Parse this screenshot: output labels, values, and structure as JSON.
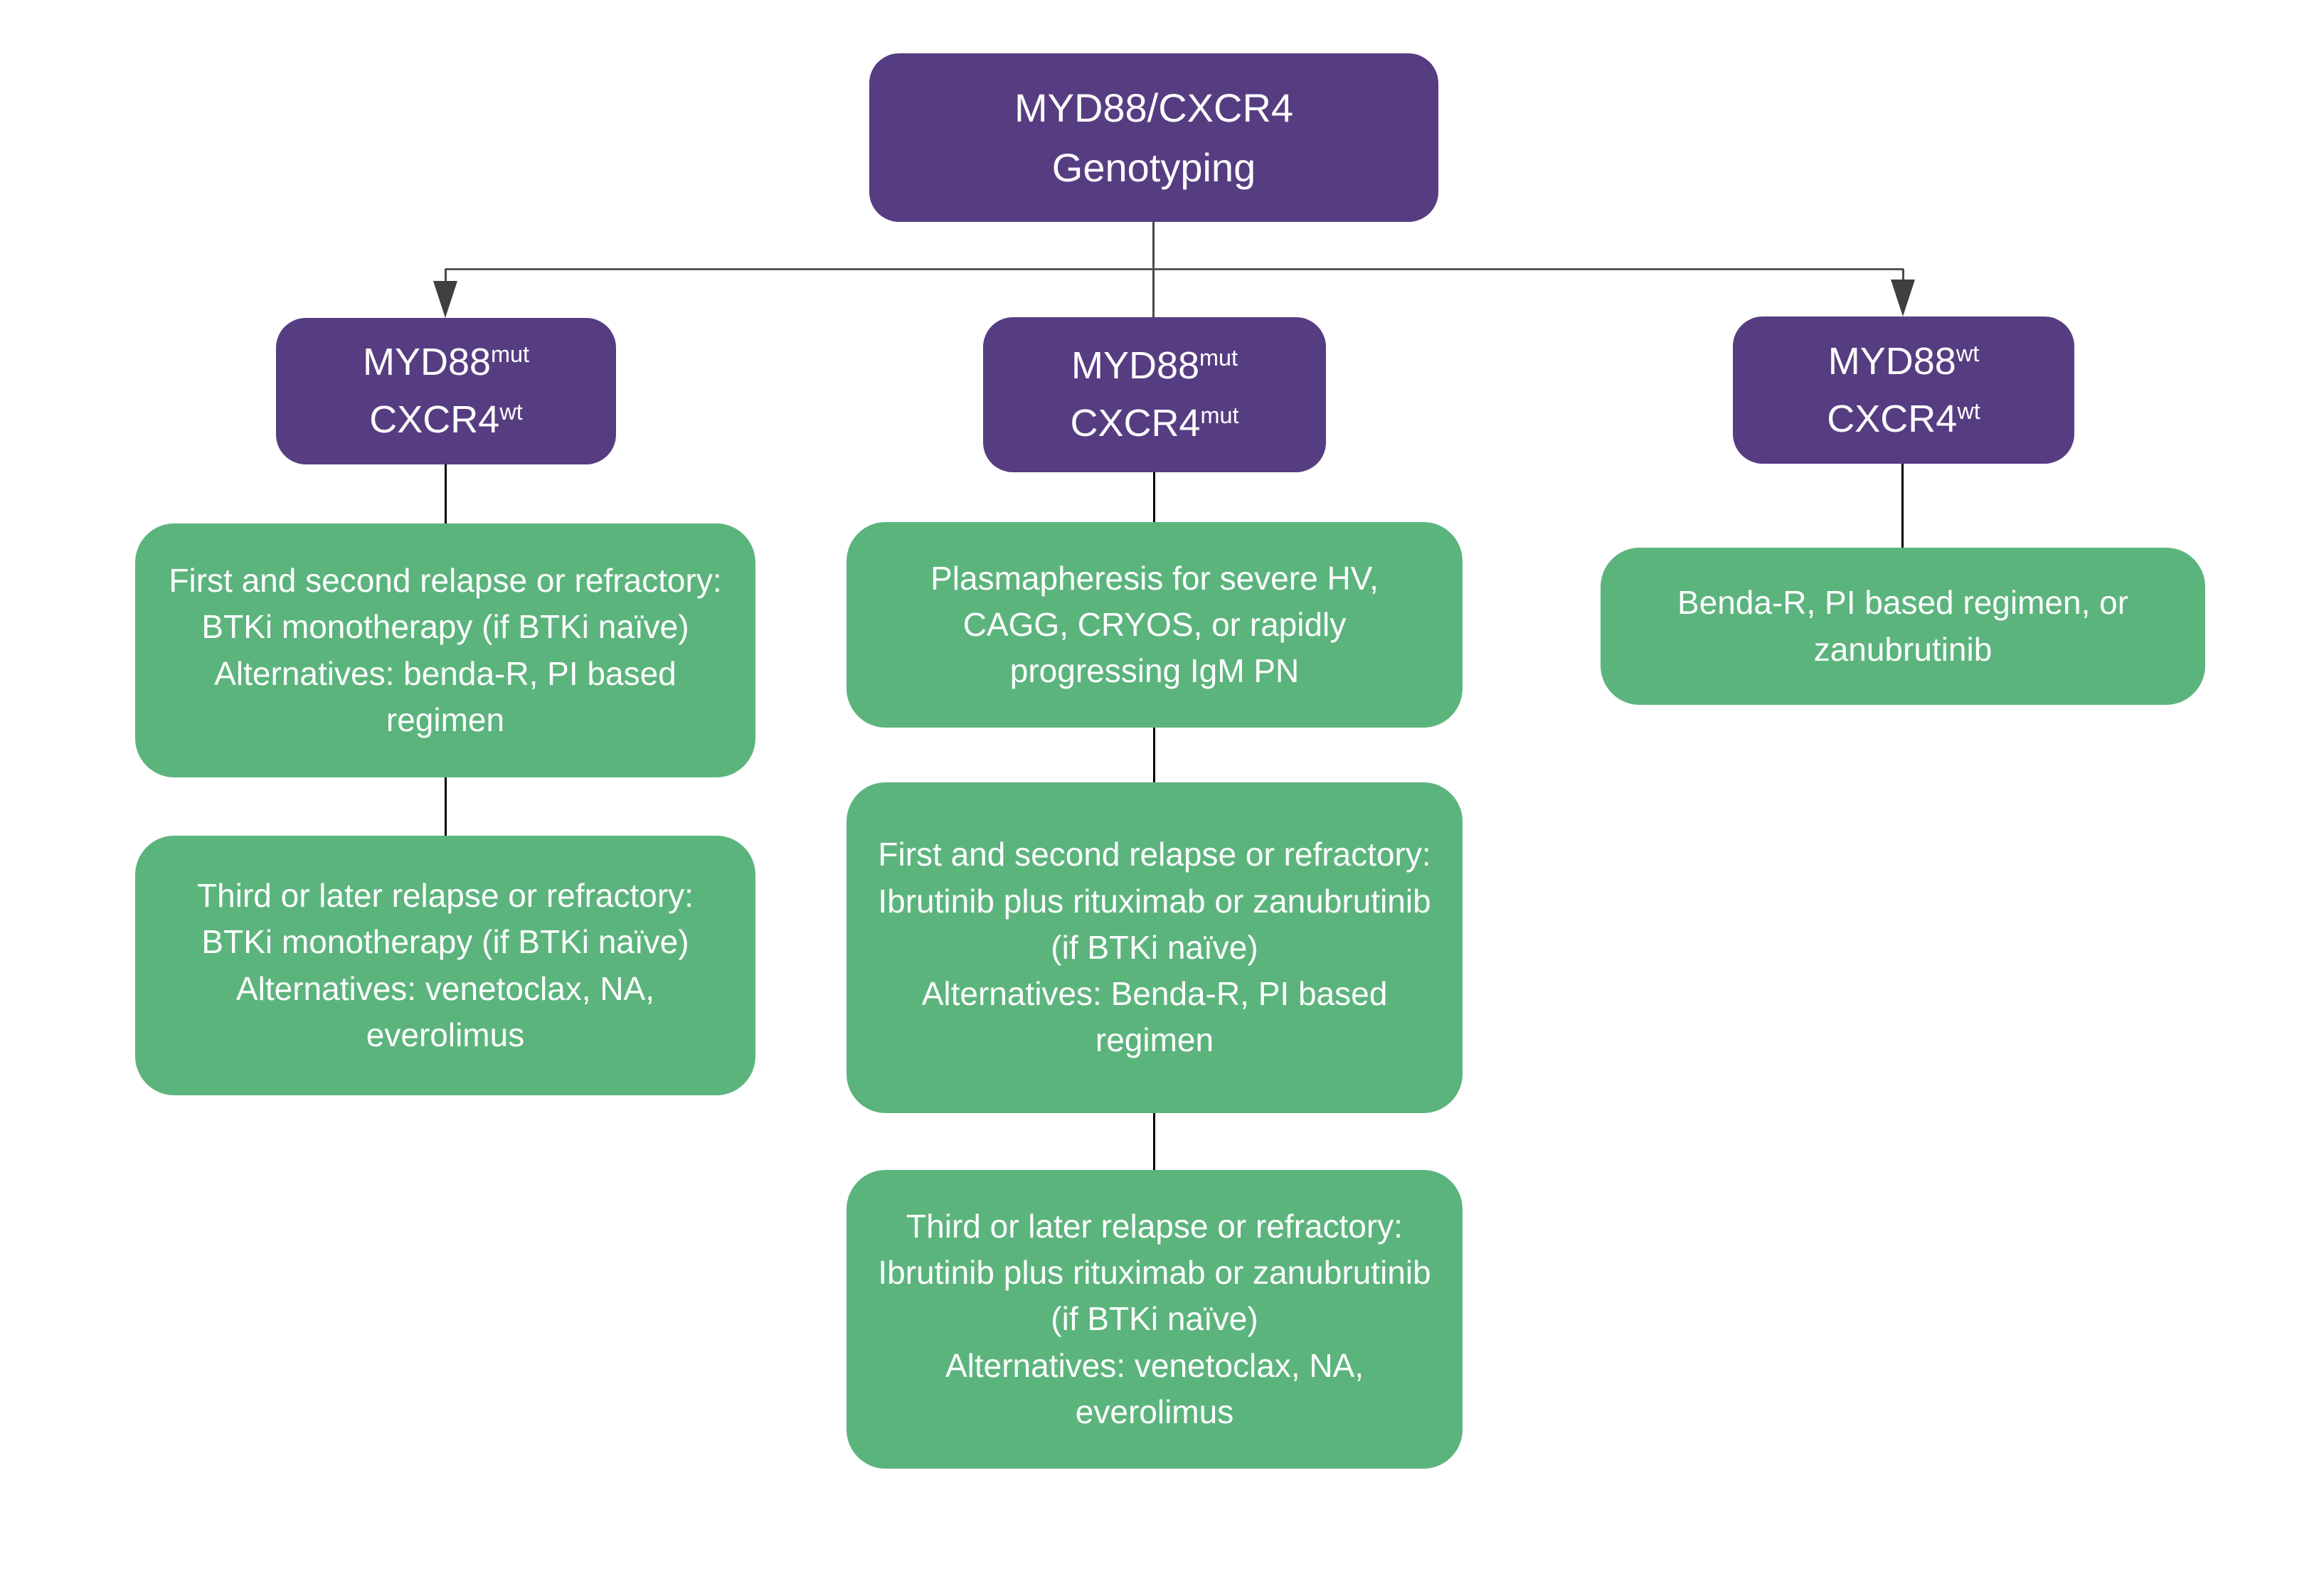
{
  "diagram": {
    "colors": {
      "genotype_node_fill": "#563d82",
      "outcome_node_fill": "#5cb47d",
      "node_text": "#ffffff",
      "connector_line": "#000000",
      "branch_line": "#58585a",
      "arrowhead": "#3f3f42",
      "background": "#ffffff"
    },
    "root": {
      "line1": "MYD88/CXCR4",
      "line2": "Genotyping"
    },
    "genotypes": [
      {
        "gene1": "MYD88",
        "status1": "mut",
        "gene2": "CXCR4",
        "status2": "wt"
      },
      {
        "gene1": "MYD88",
        "status1": "mut",
        "gene2": "CXCR4",
        "status2": "mut"
      },
      {
        "gene1": "MYD88",
        "status1": "wt",
        "gene2": "CXCR4",
        "status2": "wt"
      }
    ],
    "outcomes": {
      "left": [
        {
          "main": "First and second relapse or refractory: BTKi monotherapy (if BTKi naïve)",
          "alt": "Alternatives: benda-R, PI based regimen"
        },
        {
          "main": "Third or later relapse or refractory: BTKi monotherapy (if BTKi naïve)",
          "alt": "Alternatives: venetoclax, NA, everolimus"
        }
      ],
      "middle": [
        {
          "main": "Plasmapheresis for severe HV, CAGG, CRYOS, or rapidly progressing IgM PN"
        },
        {
          "main": "First and second relapse or refractory: Ibrutinib plus rituximab or zanubrutinib (if BTKi naïve)",
          "alt": "Alternatives: Benda-R, PI based regimen"
        },
        {
          "main": "Third or later relapse or refractory: Ibrutinib plus rituximab or zanubrutinib (if BTKi naïve)",
          "alt": "Alternatives: venetoclax, NA, everolimus"
        }
      ],
      "right": [
        {
          "main": "Benda-R, PI based regimen, or zanubrutinib"
        }
      ]
    }
  }
}
